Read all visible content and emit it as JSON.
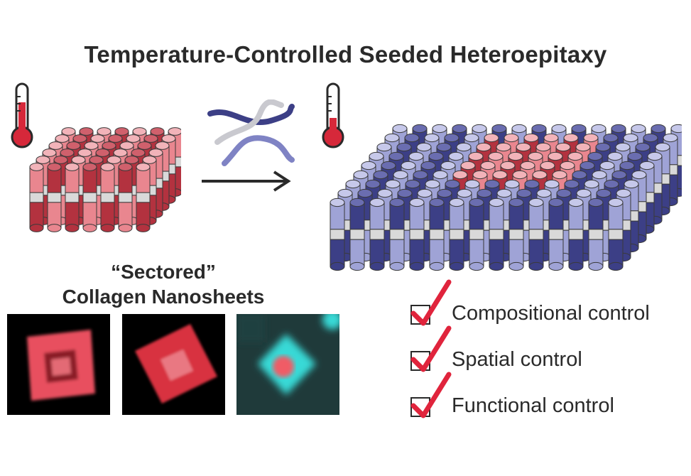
{
  "title": "Temperature-Controlled Seeded Heteroepitaxy",
  "caption": {
    "line1": "“Sectored”",
    "line2": "Collagen Nanosheets"
  },
  "checklist": [
    {
      "label": "Compositional control",
      "checked": true
    },
    {
      "label": "Spatial control",
      "checked": true
    },
    {
      "label": "Functional control",
      "checked": true
    }
  ],
  "colors": {
    "red_light": "#e9868f",
    "red_dark": "#b3323f",
    "blue_light": "#9fa3d6",
    "blue_dark": "#3c3f86",
    "band": "#d9d9d9",
    "check": "#e0243c",
    "thermometer": "#d6283a",
    "cyan": "#39d9d6"
  },
  "icons": {
    "thermometer_left": "thermometer-icon",
    "thermometer_right": "thermometer-icon",
    "arrow": "right-arrow-icon",
    "strands": "peptide-strands-icon"
  }
}
